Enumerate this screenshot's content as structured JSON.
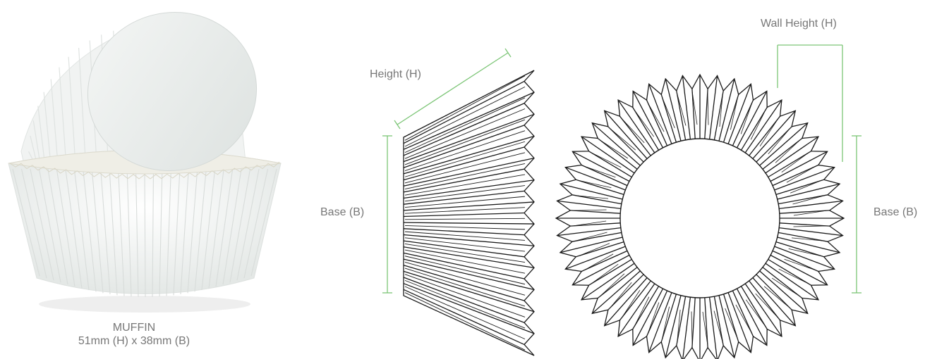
{
  "product": {
    "name": "MUFFIN",
    "dimensions": "51mm (H) x 38mm (B)"
  },
  "side_view": {
    "height_label": "Height (H)",
    "base_label": "Base (B)"
  },
  "top_view": {
    "wall_height_label": "Wall Height (H)",
    "base_label": "Base (B)"
  },
  "colors": {
    "measure_line": "#7cc576",
    "outline": "#1a1a1a",
    "label_text": "#777777"
  }
}
